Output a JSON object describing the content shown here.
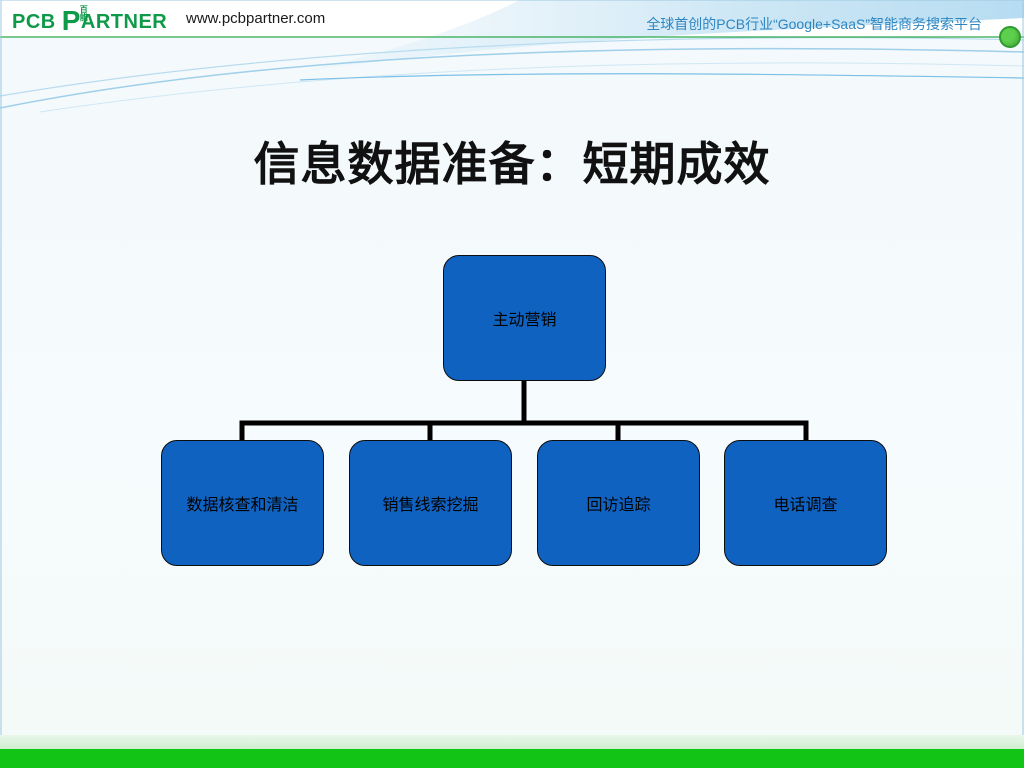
{
  "header": {
    "logo": {
      "pcb": "PCB",
      "p": "P",
      "cn": "百能",
      "rest": "ARTNER"
    },
    "url": "www.pcbpartner.com",
    "tagline": "全球首创的PCB行业“Google+SaaS”智能商务搜索平台"
  },
  "slide": {
    "title": "信息数据准备：短期成效"
  },
  "diagram": {
    "root": {
      "label": "主动营销"
    },
    "children": [
      {
        "label": "数据核查和清洁"
      },
      {
        "label": "销售线索挖掘"
      },
      {
        "label": "回访追踪"
      },
      {
        "label": "电话调查"
      }
    ]
  },
  "colors": {
    "node_fill": "#1062c0",
    "brand_green": "#11c415",
    "tagline_blue": "#2e86c1"
  }
}
